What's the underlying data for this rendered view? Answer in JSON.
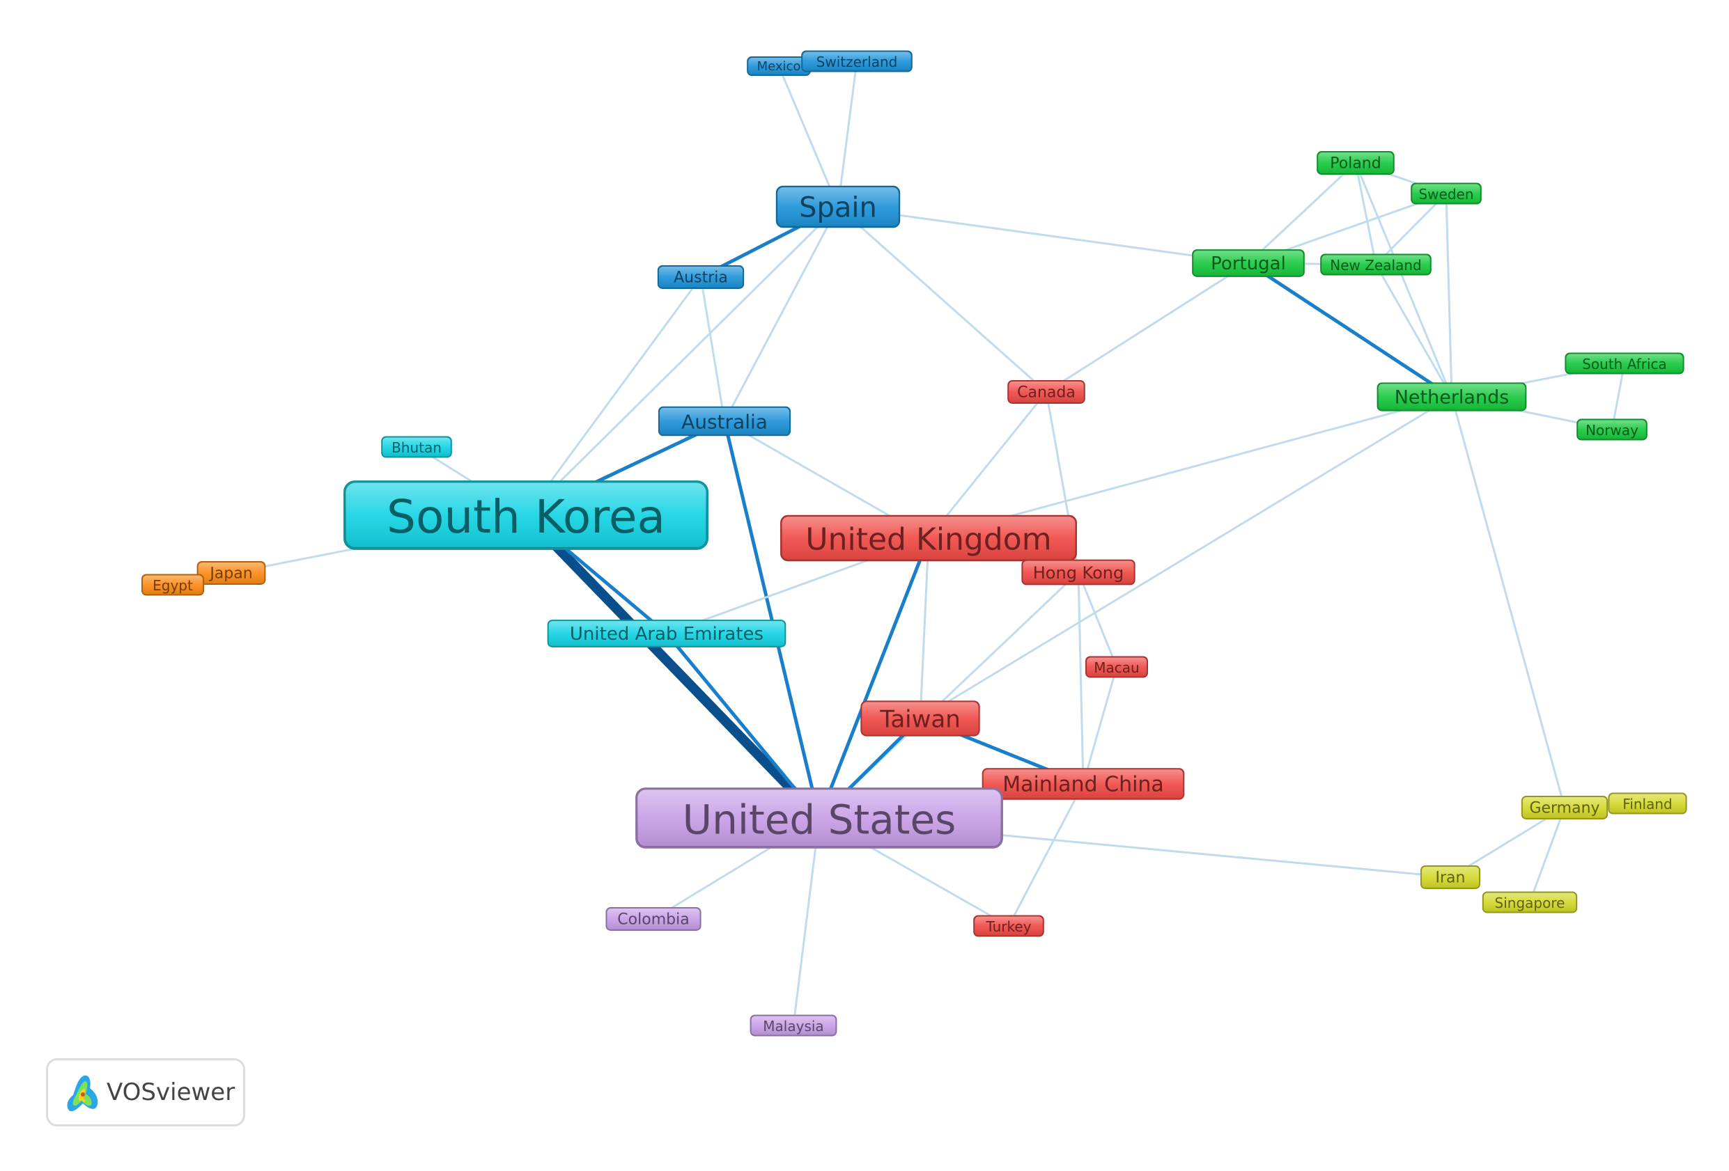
{
  "palette": {
    "blue": "#1e93d8",
    "cyan": "#14d3e3",
    "green": "#18c93f",
    "red": "#f04a46",
    "purple": "#c79ee6",
    "yellow": "#d4d82a",
    "orange": "#fb8a16",
    "link_light": "#c0dcec",
    "link_mid": "#1a7fcb",
    "link_dark": "#0a4f8c"
  },
  "nodes": [
    {
      "id": "mexico",
      "label": "Mexico",
      "cluster": "blue"
    },
    {
      "id": "switzerland",
      "label": "Switzerland",
      "cluster": "blue"
    },
    {
      "id": "spain",
      "label": "Spain",
      "cluster": "blue"
    },
    {
      "id": "austria",
      "label": "Austria",
      "cluster": "blue"
    },
    {
      "id": "australia",
      "label": "Australia",
      "cluster": "blue"
    },
    {
      "id": "bhutan",
      "label": "Bhutan",
      "cluster": "cyan"
    },
    {
      "id": "south_korea",
      "label": "South Korea",
      "cluster": "cyan"
    },
    {
      "id": "uae",
      "label": "United Arab Emirates",
      "cluster": "cyan"
    },
    {
      "id": "japan",
      "label": "Japan",
      "cluster": "orange"
    },
    {
      "id": "egypt",
      "label": "Egypt",
      "cluster": "orange"
    },
    {
      "id": "poland",
      "label": "Poland",
      "cluster": "green"
    },
    {
      "id": "sweden",
      "label": "Sweden",
      "cluster": "green"
    },
    {
      "id": "portugal",
      "label": "Portugal",
      "cluster": "green"
    },
    {
      "id": "new_zealand",
      "label": "New Zealand",
      "cluster": "green"
    },
    {
      "id": "netherlands",
      "label": "Netherlands",
      "cluster": "green"
    },
    {
      "id": "south_africa",
      "label": "South Africa",
      "cluster": "green"
    },
    {
      "id": "norway",
      "label": "Norway",
      "cluster": "green"
    },
    {
      "id": "canada",
      "label": "Canada",
      "cluster": "red"
    },
    {
      "id": "uk",
      "label": "United Kingdom",
      "cluster": "red"
    },
    {
      "id": "hong_kong",
      "label": "Hong Kong",
      "cluster": "red"
    },
    {
      "id": "macau",
      "label": "Macau",
      "cluster": "red"
    },
    {
      "id": "taiwan",
      "label": "Taiwan",
      "cluster": "red"
    },
    {
      "id": "mainland_china",
      "label": "Mainland China",
      "cluster": "red"
    },
    {
      "id": "turkey",
      "label": "Turkey",
      "cluster": "red"
    },
    {
      "id": "us",
      "label": "United States",
      "cluster": "purple"
    },
    {
      "id": "colombia",
      "label": "Colombia",
      "cluster": "purple"
    },
    {
      "id": "malaysia",
      "label": "Malaysia",
      "cluster": "purple"
    },
    {
      "id": "germany",
      "label": "Germany",
      "cluster": "yellow"
    },
    {
      "id": "finland",
      "label": "Finland",
      "cluster": "yellow"
    },
    {
      "id": "iran",
      "label": "Iran",
      "cluster": "yellow"
    },
    {
      "id": "singapore",
      "label": "Singapore",
      "cluster": "yellow"
    }
  ],
  "edges": [
    {
      "from": "spain",
      "to": "mexico",
      "strength": 1
    },
    {
      "from": "spain",
      "to": "switzerland",
      "strength": 1
    },
    {
      "from": "spain",
      "to": "austria",
      "strength": 2
    },
    {
      "from": "spain",
      "to": "south_korea",
      "strength": 1
    },
    {
      "from": "spain",
      "to": "australia",
      "strength": 1
    },
    {
      "from": "spain",
      "to": "canada",
      "strength": 1
    },
    {
      "from": "spain",
      "to": "portugal",
      "strength": 1
    },
    {
      "from": "austria",
      "to": "south_korea",
      "strength": 1
    },
    {
      "from": "austria",
      "to": "australia",
      "strength": 1
    },
    {
      "from": "australia",
      "to": "south_korea",
      "strength": 2
    },
    {
      "from": "australia",
      "to": "us",
      "strength": 2
    },
    {
      "from": "australia",
      "to": "uk",
      "strength": 1
    },
    {
      "from": "bhutan",
      "to": "south_korea",
      "strength": 1
    },
    {
      "from": "japan",
      "to": "south_korea",
      "strength": 1
    },
    {
      "from": "south_korea",
      "to": "us",
      "strength": 4
    },
    {
      "from": "south_korea",
      "to": "uae",
      "strength": 2
    },
    {
      "from": "uae",
      "to": "us",
      "strength": 2
    },
    {
      "from": "uae",
      "to": "uk",
      "strength": 1
    },
    {
      "from": "uk",
      "to": "us",
      "strength": 2
    },
    {
      "from": "uk",
      "to": "canada",
      "strength": 1
    },
    {
      "from": "uk",
      "to": "netherlands",
      "strength": 1
    },
    {
      "from": "uk",
      "to": "taiwan",
      "strength": 1
    },
    {
      "from": "canada",
      "to": "portugal",
      "strength": 1
    },
    {
      "from": "canada",
      "to": "hong_kong",
      "strength": 1
    },
    {
      "from": "hong_kong",
      "to": "macau",
      "strength": 1
    },
    {
      "from": "hong_kong",
      "to": "mainland_china",
      "strength": 1
    },
    {
      "from": "hong_kong",
      "to": "us",
      "strength": 1
    },
    {
      "from": "macau",
      "to": "mainland_china",
      "strength": 1
    },
    {
      "from": "taiwan",
      "to": "us",
      "strength": 2
    },
    {
      "from": "taiwan",
      "to": "mainland_china",
      "strength": 2
    },
    {
      "from": "taiwan",
      "to": "netherlands",
      "strength": 1
    },
    {
      "from": "mainland_china",
      "to": "us",
      "strength": 3
    },
    {
      "from": "mainland_china",
      "to": "turkey",
      "strength": 1
    },
    {
      "from": "us",
      "to": "turkey",
      "strength": 1
    },
    {
      "from": "us",
      "to": "colombia",
      "strength": 1
    },
    {
      "from": "us",
      "to": "malaysia",
      "strength": 1
    },
    {
      "from": "us",
      "to": "iran",
      "strength": 1
    },
    {
      "from": "portugal",
      "to": "netherlands",
      "strength": 2
    },
    {
      "from": "portugal",
      "to": "poland",
      "strength": 1
    },
    {
      "from": "portugal",
      "to": "sweden",
      "strength": 1
    },
    {
      "from": "portugal",
      "to": "new_zealand",
      "strength": 1
    },
    {
      "from": "poland",
      "to": "sweden",
      "strength": 1
    },
    {
      "from": "poland",
      "to": "netherlands",
      "strength": 1
    },
    {
      "from": "poland",
      "to": "new_zealand",
      "strength": 1
    },
    {
      "from": "sweden",
      "to": "netherlands",
      "strength": 1
    },
    {
      "from": "sweden",
      "to": "new_zealand",
      "strength": 1
    },
    {
      "from": "new_zealand",
      "to": "netherlands",
      "strength": 1
    },
    {
      "from": "netherlands",
      "to": "south_africa",
      "strength": 1
    },
    {
      "from": "netherlands",
      "to": "norway",
      "strength": 1
    },
    {
      "from": "netherlands",
      "to": "germany",
      "strength": 1
    },
    {
      "from": "south_africa",
      "to": "norway",
      "strength": 1
    },
    {
      "from": "germany",
      "to": "finland",
      "strength": 1
    },
    {
      "from": "germany",
      "to": "iran",
      "strength": 1
    },
    {
      "from": "germany",
      "to": "singapore",
      "strength": 1
    }
  ],
  "badge": {
    "label": "VOSviewer",
    "icon": "vosviewer-logo-icon"
  }
}
